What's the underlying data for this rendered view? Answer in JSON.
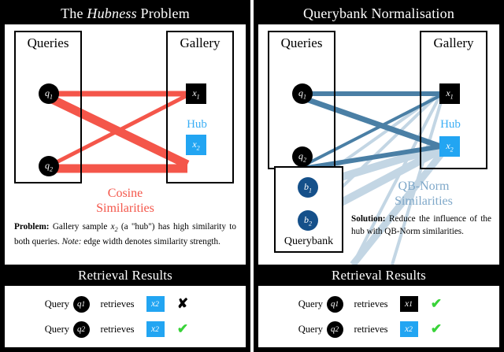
{
  "panels": [
    {
      "id": "hubness",
      "title_prefix": "The ",
      "title_italic": "Hubness",
      "title_suffix": " Problem",
      "queries_label": "Queries",
      "gallery_label": "Gallery",
      "query_nodes": [
        "q1",
        "q2"
      ],
      "gallery_items": [
        "x1",
        "x2"
      ],
      "hub_label": "Hub",
      "similarity_label_line1": "Cosine",
      "similarity_label_line2": "Similarities",
      "caption_bold": "Problem:",
      "caption_text": " Gallery sample x₂ (a \"hub\") has high similarity to both queries. Note: edge width denotes similarity strength.",
      "results_header": "Retrieval Results",
      "results": [
        {
          "query_label": "Query",
          "query": "q1",
          "verb": "retrieves",
          "result": "x2",
          "result_kind": "hub",
          "mark": "✘",
          "mark_kind": "no"
        },
        {
          "query_label": "Query",
          "query": "q2",
          "verb": "retrieves",
          "result": "x2",
          "result_kind": "hub",
          "mark": "✔",
          "mark_kind": "ok"
        }
      ],
      "edge_color": "#F4564A"
    },
    {
      "id": "qbnorm",
      "title_prefix": "",
      "title_italic": "",
      "title_suffix": "Querybank Normalisation",
      "queries_label": "Queries",
      "gallery_label": "Gallery",
      "query_nodes": [
        "q1",
        "q2"
      ],
      "gallery_items": [
        "x1",
        "x2"
      ],
      "bank_nodes": [
        "b1",
        "b2"
      ],
      "bank_label": "Querybank",
      "hub_label": "Hub",
      "similarity_label_line1": "QB-Norm",
      "similarity_label_line2": "Similarities",
      "caption_bold": "Solution:",
      "caption_text": " Reduce the influence of the hub with QB-Norm similarities.",
      "results_header": "Retrieval Results",
      "results": [
        {
          "query_label": "Query",
          "query": "q1",
          "verb": "retrieves",
          "result": "x1",
          "result_kind": "black",
          "mark": "✔",
          "mark_kind": "ok"
        },
        {
          "query_label": "Query",
          "query": "q2",
          "verb": "retrieves",
          "result": "x2",
          "result_kind": "hub",
          "mark": "✔",
          "mark_kind": "ok"
        }
      ],
      "edge_color": "#4A7FA5",
      "bank_edge_color": "#C3D6E4"
    }
  ],
  "colors": {
    "cosine_red": "#F4564A",
    "qb_blue": "#4A7FA5",
    "bank_edge": "#C3D6E4",
    "hub_cyan": "#22A5F2",
    "hub_label_cyan": "#3BAEF5",
    "bank_node": "#15508A",
    "check_green": "#39D339",
    "black": "#000000",
    "white": "#FFFFFF"
  }
}
